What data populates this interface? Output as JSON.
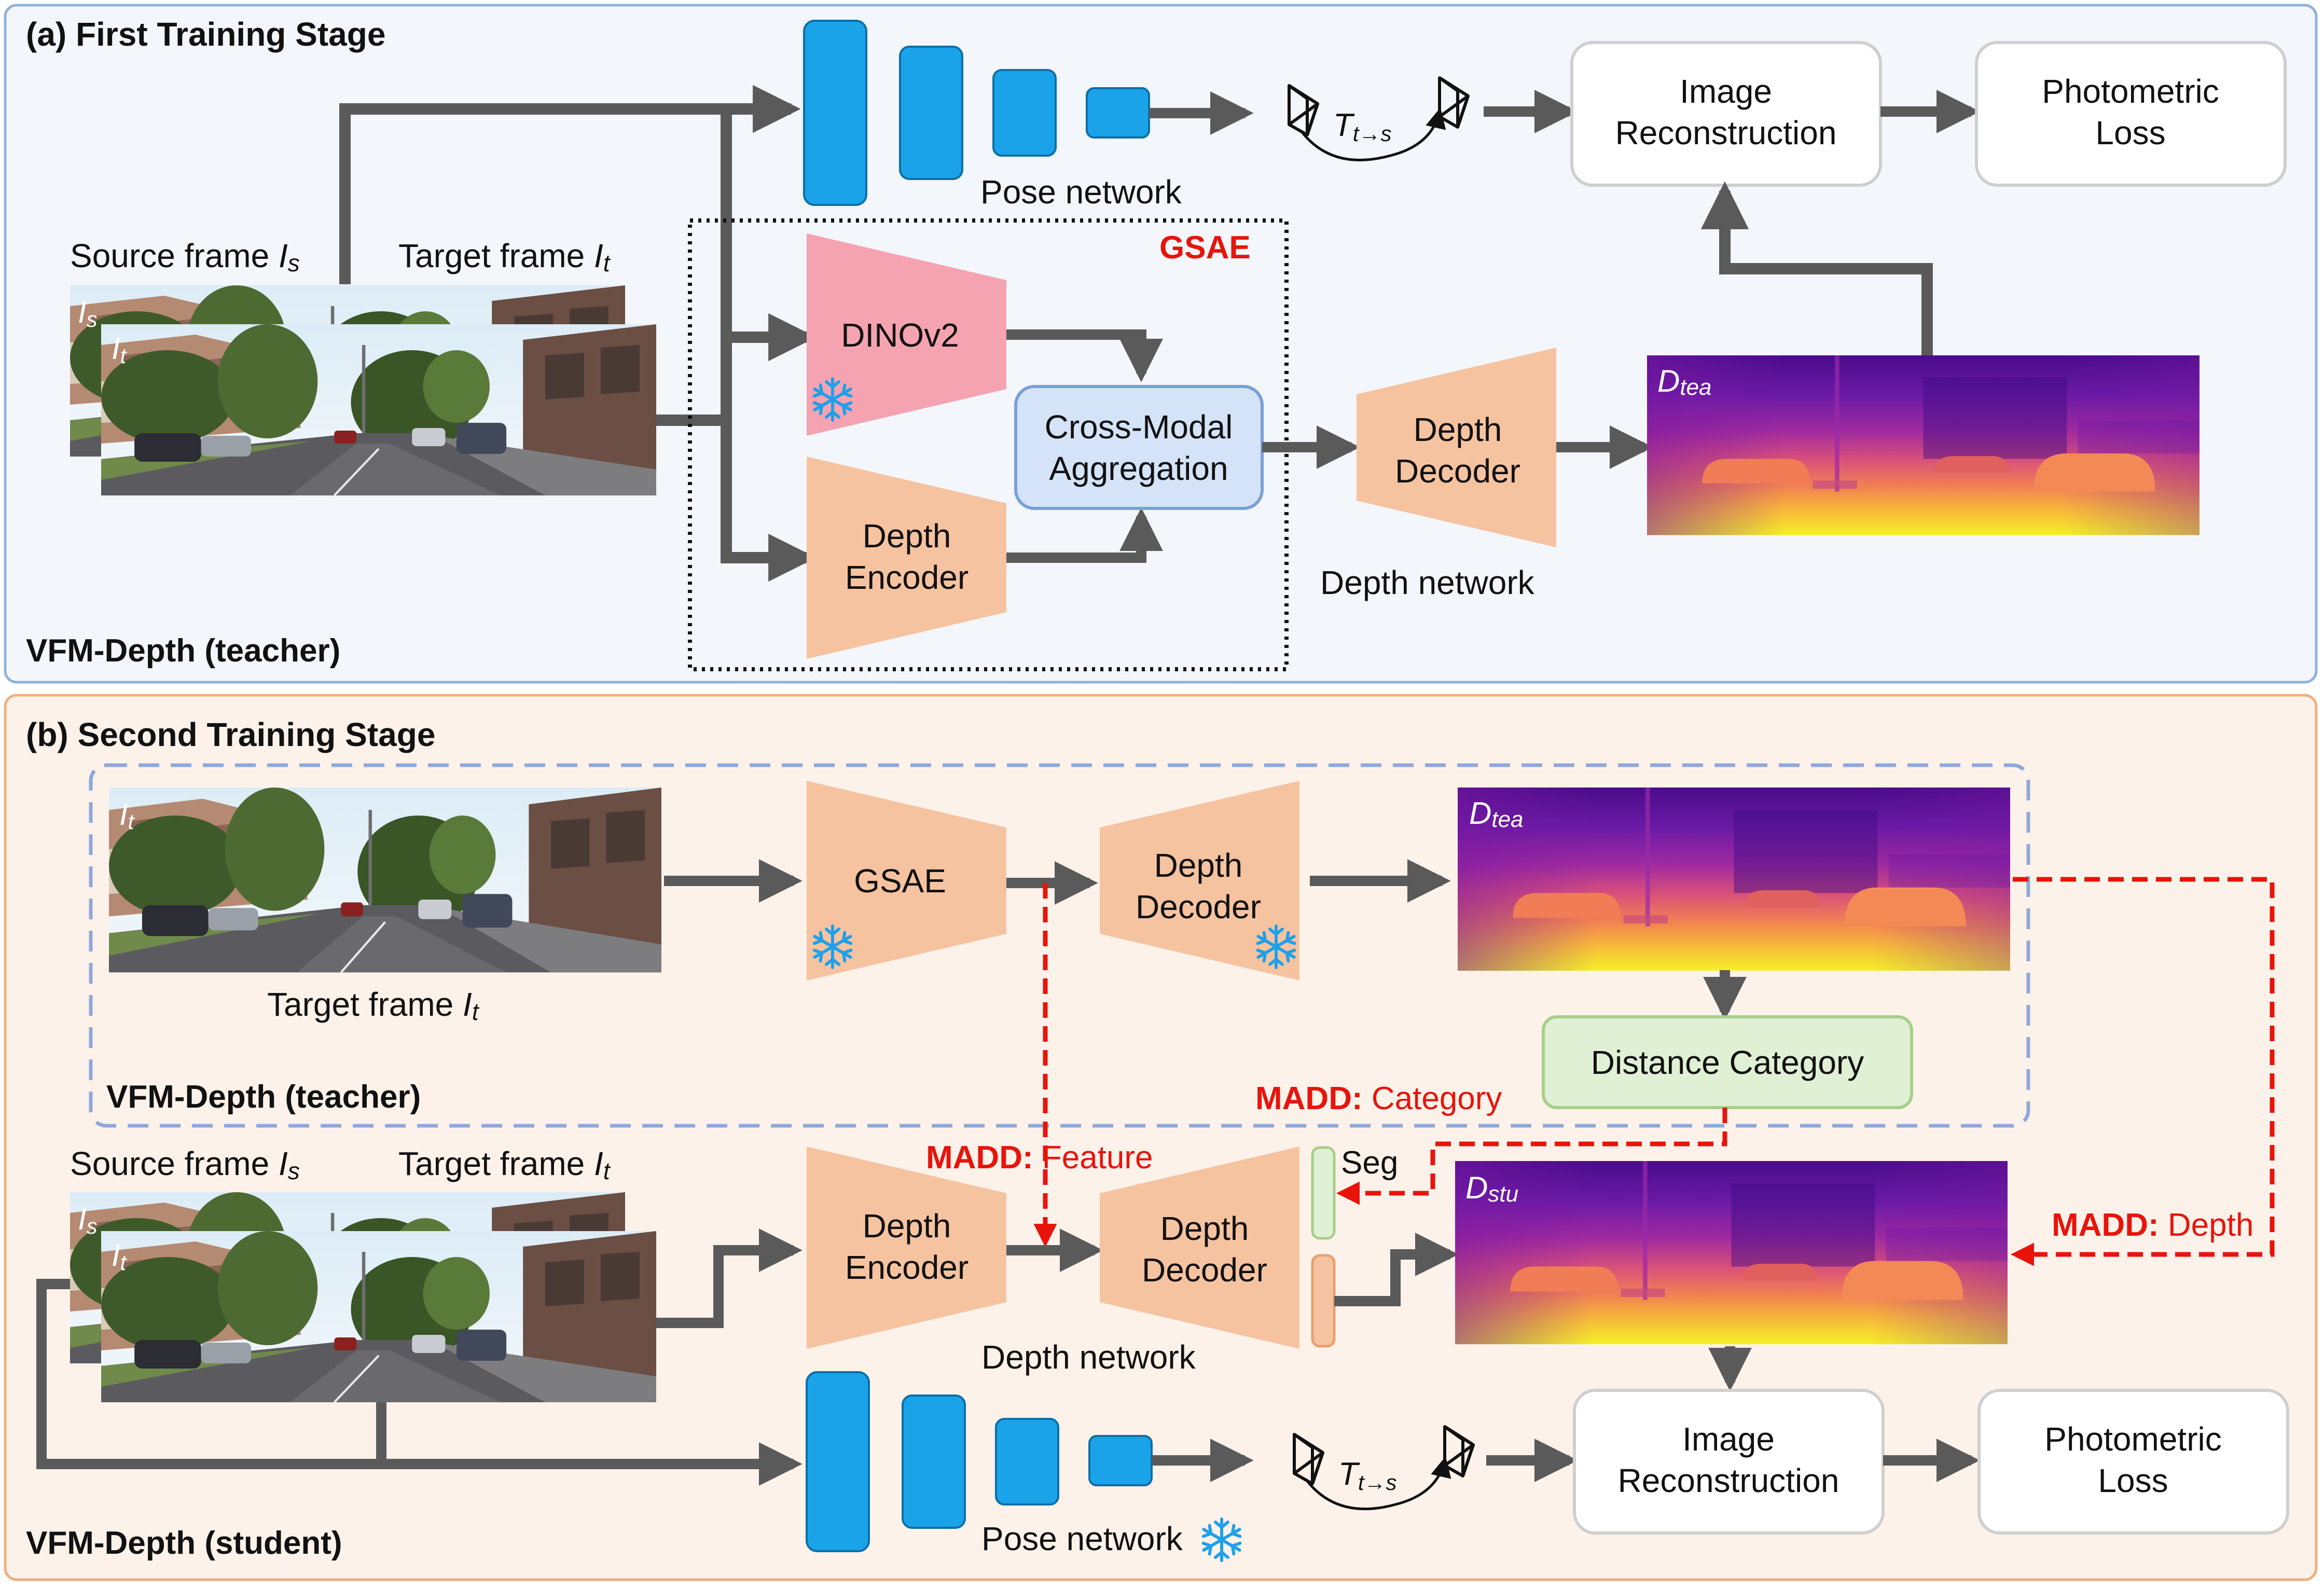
{
  "stage_a": {
    "title": "(a) First Training Stage",
    "footer": "VFM-Depth (teacher)",
    "source_label": "Source frame",
    "source_symbol": "I",
    "source_sub": "s",
    "target_label": "Target frame",
    "target_symbol": "I",
    "target_sub": "t",
    "img_src_tag": "I",
    "img_src_tag_sub": "s",
    "img_tgt_tag": "I",
    "img_tgt_tag_sub": "t",
    "pose_label": "Pose network",
    "transform_symbol": "T",
    "transform_sub": "t→s",
    "image_recon": [
      "Image",
      "Reconstruction"
    ],
    "photometric": [
      "Photometric",
      "Loss"
    ],
    "gsae_label": "GSAE",
    "dinov2": "DINOv2",
    "cross_modal": [
      "Cross-Modal",
      "Aggregation"
    ],
    "depth_encoder": [
      "Depth",
      "Encoder"
    ],
    "depth_decoder": [
      "Depth",
      "Decoder"
    ],
    "depth_network": "Depth network",
    "depth_map_tag": "D",
    "depth_map_sub": "tea"
  },
  "stage_b": {
    "title": "(b) Second Training Stage",
    "teacher_footer": "VFM-Depth (teacher)",
    "student_footer": "VFM-Depth (student)",
    "teacher_img_tag": "I",
    "teacher_img_tag_sub": "t",
    "teacher_target_label": "Target frame",
    "teacher_target_symbol": "I",
    "teacher_target_sub": "t",
    "gsae": "GSAE",
    "t_depth_decoder": [
      "Depth",
      "Decoder"
    ],
    "t_depth_tag": "D",
    "t_depth_sub": "tea",
    "distance_category": "Distance Category",
    "madd_category_bold": "MADD:",
    "madd_category_text": "Category",
    "madd_feature_bold": "MADD:",
    "madd_feature_text": "Feature",
    "madd_depth_bold": "MADD:",
    "madd_depth_text": "Depth",
    "source_label": "Source frame",
    "source_symbol": "I",
    "source_sub": "s",
    "target_label": "Target frame",
    "target_symbol": "I",
    "target_sub": "t",
    "img_src_tag": "I",
    "img_src_tag_sub": "s",
    "img_tgt_tag": "I",
    "img_tgt_tag_sub": "t",
    "s_depth_encoder": [
      "Depth",
      "Encoder"
    ],
    "s_depth_decoder": [
      "Depth",
      "Decoder"
    ],
    "seg_label": "Seg",
    "s_depth_tag": "D",
    "s_depth_sub": "stu",
    "depth_network": "Depth network",
    "pose_label": "Pose network",
    "transform_symbol": "T",
    "transform_sub": "t→s",
    "image_recon": [
      "Image",
      "Reconstruction"
    ],
    "photometric": [
      "Photometric",
      "Loss"
    ]
  },
  "colors": {
    "panel_a_bg": "#f3f6fb",
    "panel_a_border": "#8fb3d9",
    "panel_b_bg": "#fdf2ea",
    "panel_b_border": "#f0b080",
    "pose_blue": "#1aa3e8",
    "peach": "#f6c3a0",
    "pink": "#f5a3b0",
    "cross_modal_fill": "#d4e3f8",
    "cross_modal_stroke": "#7a9fd6",
    "distance_fill": "#dff0d4",
    "distance_stroke": "#a6cf8a",
    "arrow_gray": "#5a5a5a",
    "madd_red": "#e8140c",
    "snowflake": "#1fa0ea"
  },
  "icons": {
    "snowflake": "snowflake-icon",
    "camera": "camera-frustum-icon"
  }
}
